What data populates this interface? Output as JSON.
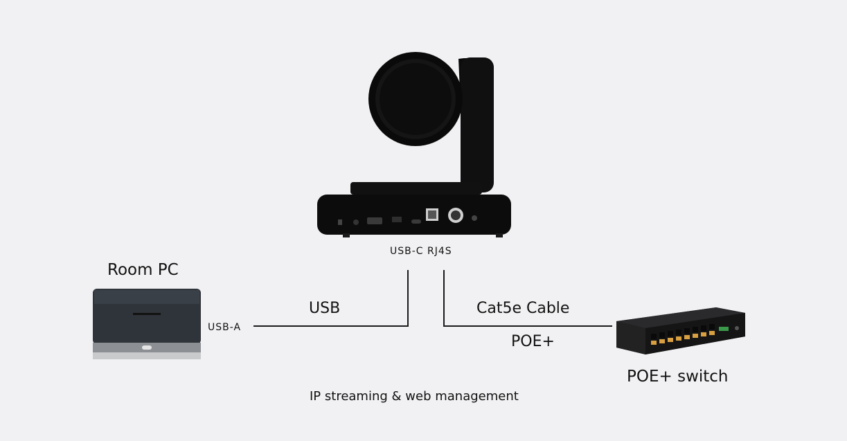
{
  "labels": {
    "camera_ports": "USB-C RJ4S",
    "room_pc": "Room PC",
    "usb_a": "USB-A",
    "usb": "USB",
    "cat5e": "Cat5e Cable",
    "poe": "POE+",
    "poe_switch": "POE+ switch",
    "footer": "IP streaming & web management"
  },
  "colors": {
    "background": "#f1f1f3",
    "camera": "#0c0c0c",
    "pc_body": "#2f343a",
    "switch_body": "#1c1c1e",
    "switch_ports": "#d8a040",
    "wire": "#1a1a1a"
  },
  "icons": {
    "camera": "ptz-camera-rear-icon",
    "room_pc": "mini-pc-icon",
    "switch": "poe-switch-icon"
  }
}
